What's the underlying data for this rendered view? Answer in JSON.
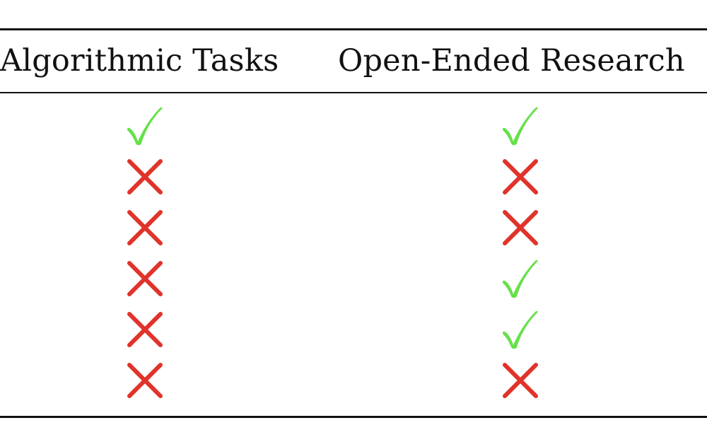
{
  "table": {
    "columns": [
      {
        "label": "Algorithmic Tasks"
      },
      {
        "label": "Open-Ended Research"
      }
    ],
    "rows": [
      {
        "algorithmic": "check",
        "research": "check"
      },
      {
        "algorithmic": "cross",
        "research": "cross"
      },
      {
        "algorithmic": "cross",
        "research": "cross"
      },
      {
        "algorithmic": "cross",
        "research": "check"
      },
      {
        "algorithmic": "cross",
        "research": "check"
      },
      {
        "algorithmic": "cross",
        "research": "cross"
      }
    ]
  },
  "icons": {
    "check": "check-icon",
    "cross": "cross-icon"
  },
  "colors": {
    "check": "#66e04a",
    "cross": "#e0332a",
    "rule": "#111111"
  }
}
